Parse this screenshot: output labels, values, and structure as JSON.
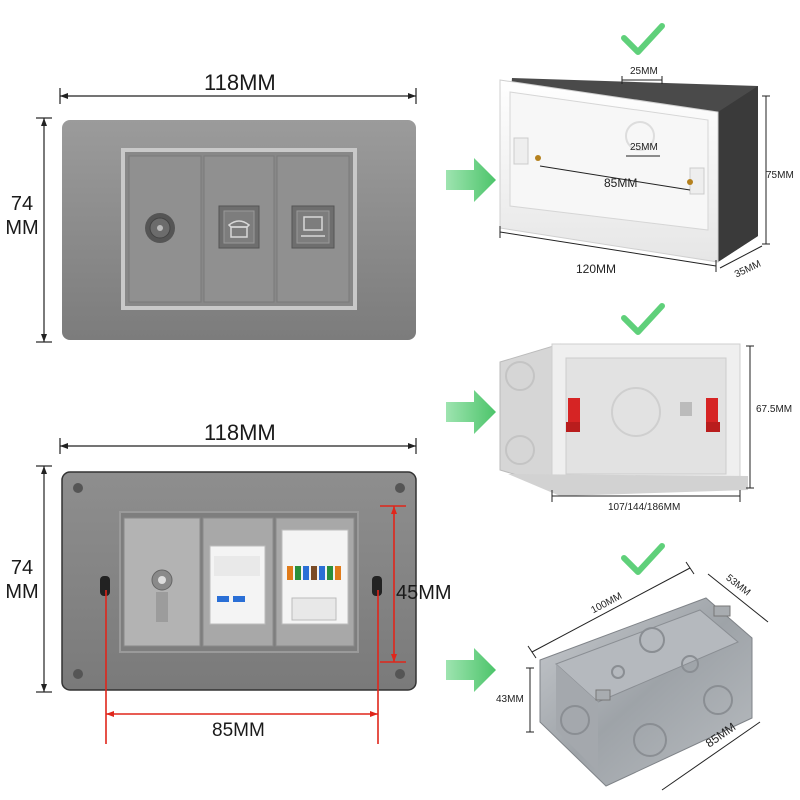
{
  "colors": {
    "panel_grey": "#8a8a8a",
    "check_green": "#5fd07a",
    "arrow_green": "#6fd68a",
    "red_dim": "#e0261b",
    "box_dark": "#3a3a3a"
  },
  "front_panel": {
    "width_label": "118MM",
    "height_label_1": "74",
    "height_label_2": "MM"
  },
  "back_panel": {
    "width_label": "118MM",
    "height_label_1": "74",
    "height_label_2": "MM",
    "module_height_label": "45MM",
    "module_width_label": "85MM"
  },
  "box_plastic_white": {
    "top_notch_label": "25MM",
    "inner_gap_label": "25MM",
    "hole_spacing_label": "85MM",
    "width_label": "120MM",
    "height_label": "75MM",
    "depth_label": "35MM"
  },
  "box_plastic_open": {
    "height_label": "67.5MM",
    "width_label": "107/144/186MM"
  },
  "box_metal": {
    "width_label": "100MM",
    "depth_label": "53MM",
    "height_label": "43MM",
    "length_label": "85MM"
  },
  "icons": {
    "check": "check-icon",
    "arrow": "right-arrow-icon",
    "tv": "coax-tv-socket-icon",
    "phone": "telephone-socket-icon",
    "network": "computer-socket-icon"
  }
}
